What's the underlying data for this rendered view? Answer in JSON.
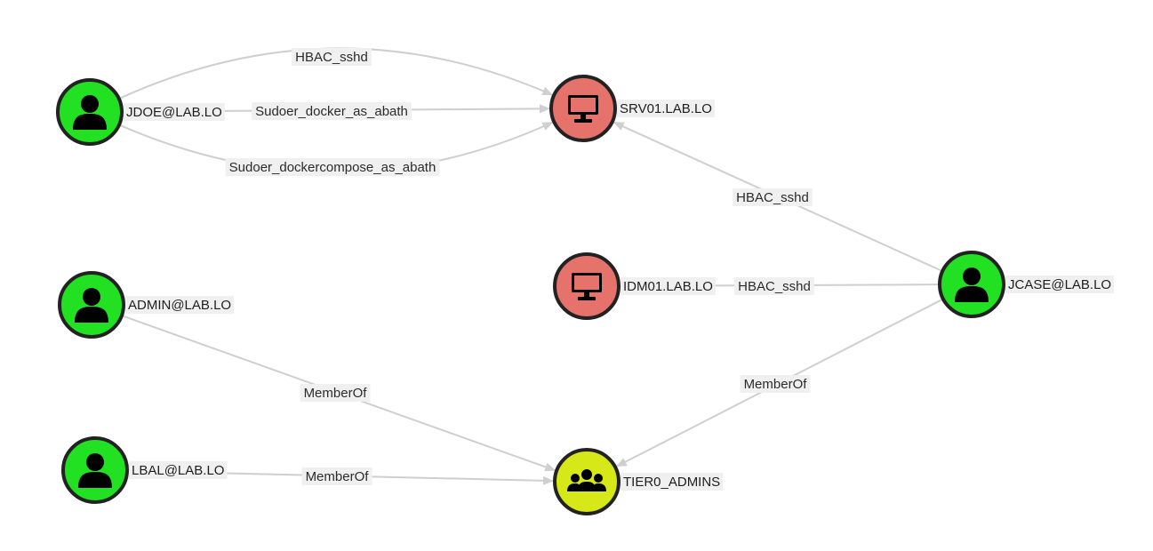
{
  "colors": {
    "user": "#22e022",
    "host": "#e5736b",
    "group": "#d6e817",
    "edge": "#cfcfcf",
    "label_bg": "#f0f0f0"
  },
  "nodes": [
    {
      "id": "jdoe",
      "label": "JDOE@LAB.LO",
      "type": "user",
      "icon": "user-icon"
    },
    {
      "id": "srv01",
      "label": "SRV01.LAB.LO",
      "type": "host",
      "icon": "monitor-icon"
    },
    {
      "id": "admin",
      "label": "ADMIN@LAB.LO",
      "type": "user",
      "icon": "user-icon"
    },
    {
      "id": "idm01",
      "label": "IDM01.LAB.LO",
      "type": "host",
      "icon": "monitor-icon"
    },
    {
      "id": "jcase",
      "label": "JCASE@LAB.LO",
      "type": "user",
      "icon": "user-icon"
    },
    {
      "id": "lbal",
      "label": "LBAL@LAB.LO",
      "type": "user",
      "icon": "user-icon"
    },
    {
      "id": "tier0",
      "label": "TIER0_ADMINS",
      "type": "group",
      "icon": "users-group-icon"
    }
  ],
  "edges": [
    {
      "from": "jdoe",
      "to": "srv01",
      "label": "HBAC_sshd"
    },
    {
      "from": "jdoe",
      "to": "srv01",
      "label": "Sudoer_docker_as_abath"
    },
    {
      "from": "jdoe",
      "to": "srv01",
      "label": "Sudoer_dockercompose_as_abath"
    },
    {
      "from": "jcase",
      "to": "srv01",
      "label": "HBAC_sshd"
    },
    {
      "from": "jcase",
      "to": "idm01",
      "label": "HBAC_sshd"
    },
    {
      "from": "admin",
      "to": "tier0",
      "label": "MemberOf"
    },
    {
      "from": "lbal",
      "to": "tier0",
      "label": "MemberOf"
    },
    {
      "from": "jcase",
      "to": "tier0",
      "label": "MemberOf"
    }
  ]
}
